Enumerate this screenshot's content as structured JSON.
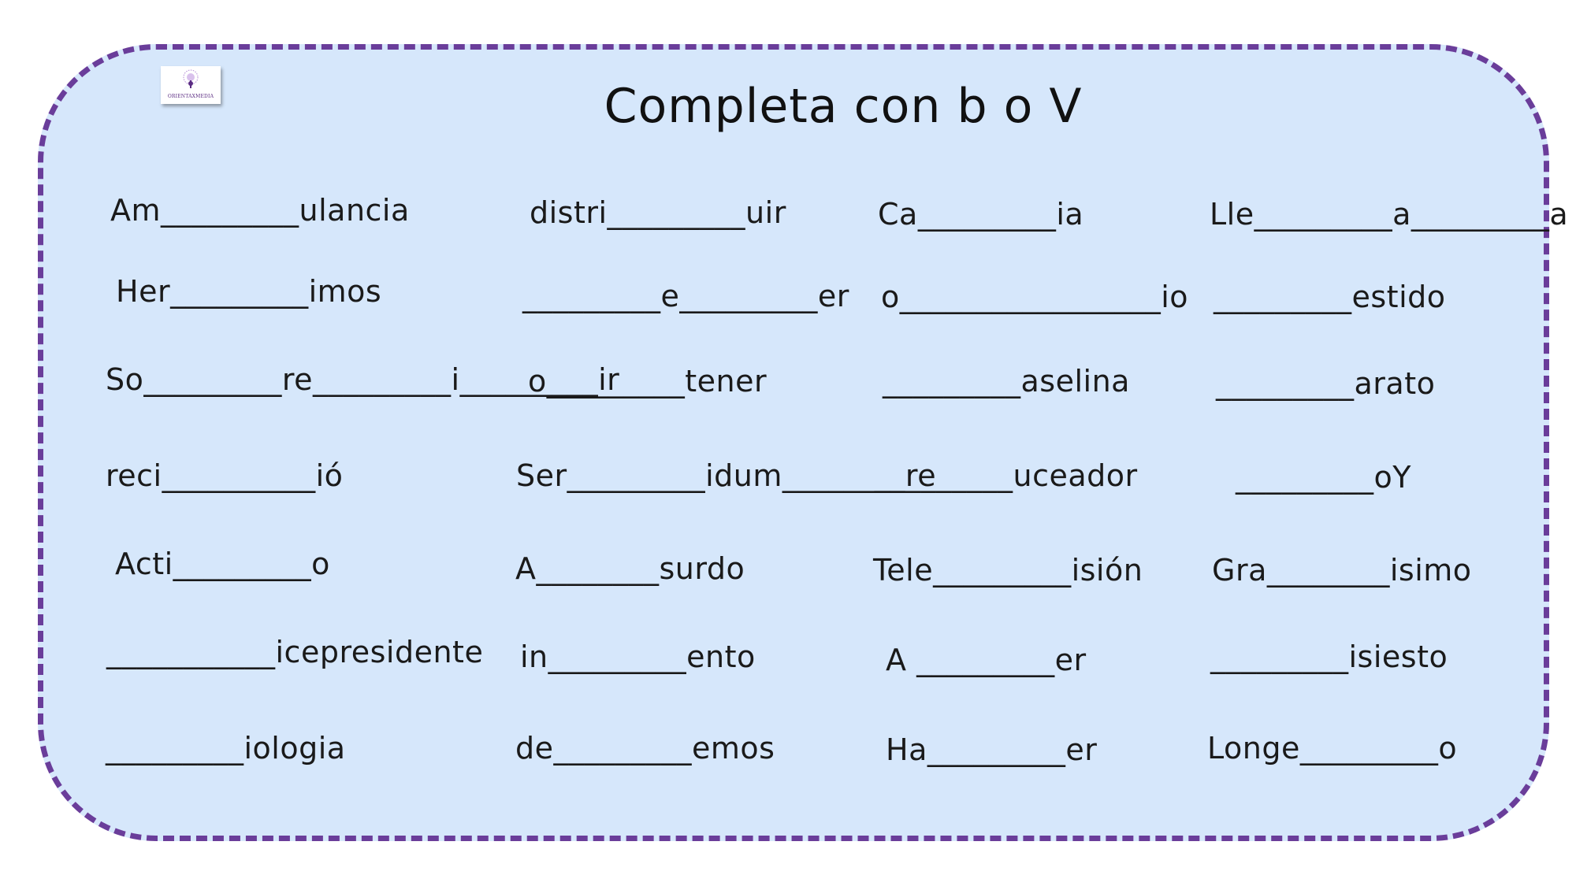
{
  "logo": {
    "text": "ORIENTAXMEDIA"
  },
  "title": "Completa con b o V",
  "words": [
    [
      "Am_________ulancia",
      "distri_________uir",
      "Ca_________ia",
      "Lle_________a_________a"
    ],
    [
      "Her_________imos",
      "_________e_________er",
      "o_________________io",
      "_________estido"
    ],
    [
      "So_________re_________i_________ir",
      "o_________tener",
      "_________aselina",
      "_________arato"
    ],
    [
      "reci__________ió",
      "Ser_________idum________re",
      "_________uceador",
      "_________oY"
    ],
    [
      "Acti_________o",
      "A________surdo",
      "Tele_________isión",
      "Gra________isimo"
    ],
    [
      "___________icepresidente",
      "in_________ento",
      "A _________er",
      "_________isiesto"
    ],
    [
      "_________iologia",
      "de_________emos",
      "Ha_________er",
      "Longe_________o"
    ]
  ],
  "colors": {
    "card_background": "#d6e7fb",
    "border": "#6a3d9a"
  }
}
